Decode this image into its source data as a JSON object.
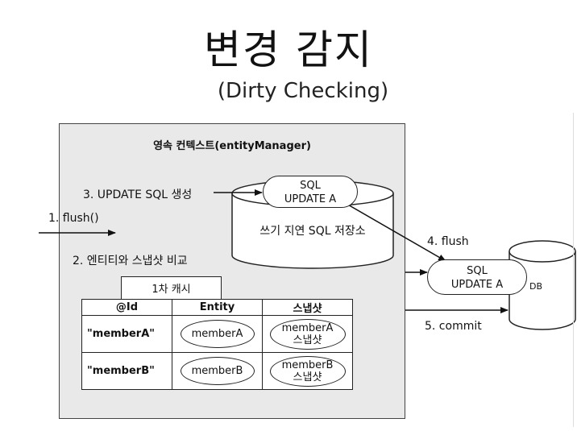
{
  "title": "변경 감지",
  "subtitle": "(Dirty Checking)",
  "context": {
    "label": "영속 컨텍스트(entityManager)"
  },
  "steps": {
    "flush1": "1. flush()",
    "compare": "2. 엔티티와 스냅샷 비교",
    "update_sql": "3. UPDATE SQL 생성",
    "flush4": "4. flush",
    "commit": "5. commit"
  },
  "sql_store": {
    "label": "쓰기 지연 SQL 저장소",
    "query_line1": "SQL",
    "query_line2": "UPDATE A"
  },
  "db": {
    "label": "DB",
    "query_line1": "SQL",
    "query_line2": "UPDATE A"
  },
  "cache": {
    "label": "1차 캐시",
    "headers": [
      "@Id",
      "Entity",
      "스냅샷"
    ],
    "rows": [
      {
        "id": "\"memberA\"",
        "entity": "memberA",
        "snapshot_line1": "memberA",
        "snapshot_line2": "스냅샷"
      },
      {
        "id": "\"memberB\"",
        "entity": "memberB",
        "snapshot_line1": "memberB",
        "snapshot_line2": "스냅샷"
      }
    ]
  }
}
